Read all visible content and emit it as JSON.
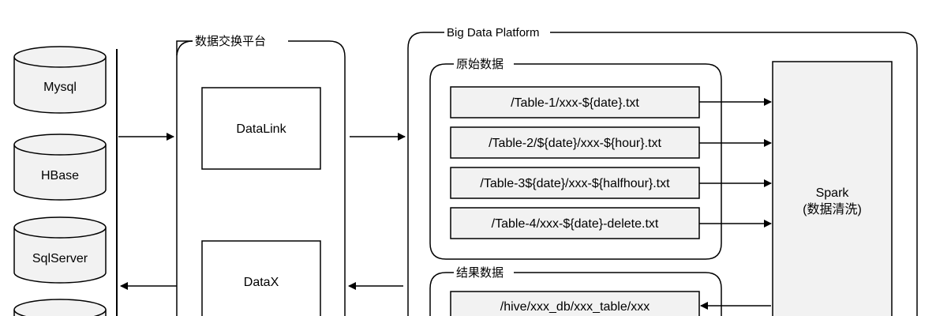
{
  "databases": [
    {
      "label": "Mysql"
    },
    {
      "label": "HBase"
    },
    {
      "label": "SqlServer"
    },
    {
      "label": ""
    }
  ],
  "exchange_platform": {
    "title": "数据交换平台",
    "components": [
      {
        "label": "DataLink"
      },
      {
        "label": "DataX"
      }
    ]
  },
  "big_data_platform": {
    "title": "Big Data Platform",
    "raw_data": {
      "title": "原始数据",
      "files": [
        {
          "label": "/Table-1/xxx-${date}.txt"
        },
        {
          "label": "/Table-2/${date}/xxx-${hour}.txt"
        },
        {
          "label": "/Table-3${date}/xxx-${halfhour}.txt"
        },
        {
          "label": "/Table-4/xxx-${date}-delete.txt"
        }
      ]
    },
    "result_data": {
      "title": "结果数据",
      "files": [
        {
          "label": "/hive/xxx_db/xxx_table/xxx"
        }
      ]
    },
    "spark": {
      "line1": "Spark",
      "line2": "(数据清洗)"
    }
  },
  "colors": {
    "line": "#000000",
    "box_fill": "#f2f2f2",
    "background": "#ffffff"
  }
}
